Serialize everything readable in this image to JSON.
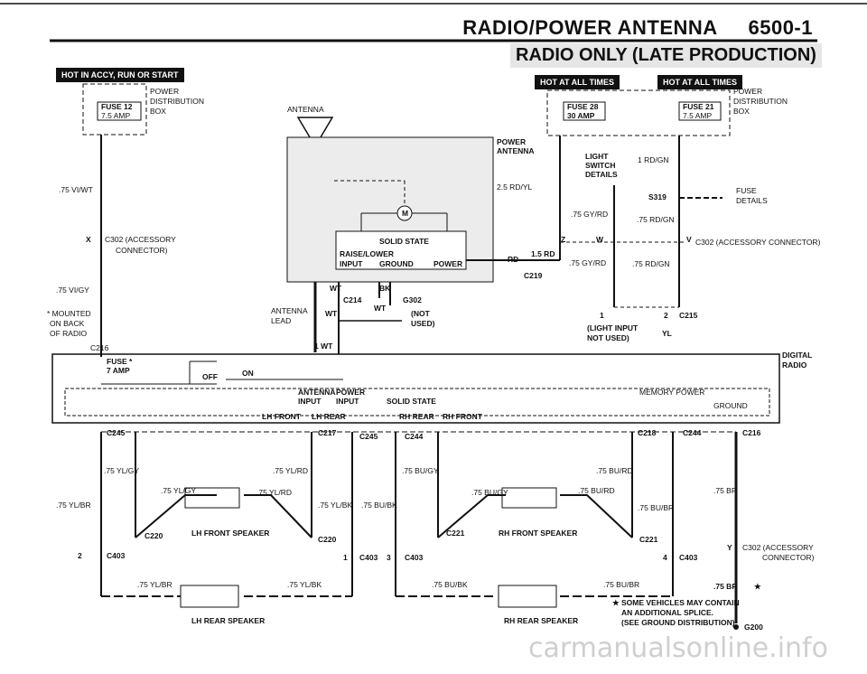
{
  "header": {
    "title": "RADIO/POWER ANTENNA",
    "page": "6500-1"
  },
  "subtitle": "RADIO ONLY (LATE PRODUCTION)",
  "hot_boxes": [
    "HOT IN ACCY, RUN OR START",
    "HOT AT ALL TIMES",
    "HOT AT ALL TIMES"
  ],
  "fuses": {
    "f12": {
      "name": "FUSE 12",
      "amp": "7.5 AMP"
    },
    "f28": {
      "name": "FUSE 28",
      "amp": "30 AMP"
    },
    "f21": {
      "name": "FUSE 21",
      "amp": "7.5 AMP"
    },
    "radio": {
      "name": "FUSE *",
      "amp": "7 AMP"
    }
  },
  "labels": {
    "pdb1": "POWER",
    "pdb2": "DISTRIBUTION",
    "pdb3": "BOX",
    "antenna": "ANTENNA",
    "power_antenna1": "POWER",
    "power_antenna2": "ANTENNA",
    "vi_wt": ".75 VI/WT",
    "vi_gy": ".75 VI/GY",
    "c302a": "C302 (ACCESSORY",
    "c302a2": "CONNECTOR)",
    "mounted1": "* MOUNTED",
    "mounted2": "ON BACK",
    "mounted3": "OF RADIO",
    "c216": "C216",
    "light1": "LIGHT",
    "light2": "SWITCH",
    "light3": "DETAILS",
    "rdgn": "1 RD/GN",
    "rdyl": "2.5 RD/YL",
    "gyrd": ".75 GY/RD",
    "rdgn2": ".75 RD/GN",
    "s319": "S319",
    "fuse_det1": "FUSE",
    "fuse_det2": "DETAILS",
    "c302b": "C302  (ACCESSORY CONNECTOR)",
    "solid": "SOLID STATE",
    "raise": "RAISE/LOWER",
    "input": "INPUT",
    "ground": "GROUND",
    "power": "POWER",
    "rd": "RD",
    "rd15": "1.5 RD",
    "c219": "C219",
    "gyrd2": ".75 GY/RD",
    "rdgn3": ".75 RD/GN",
    "wt": "WT",
    "bk": "BK",
    "c214": "C214",
    "g302": "G302",
    "antenna_lead1": "ANTENNA",
    "antenna_lead2": "LEAD",
    "not_used1": "(NOT",
    "not_used2": "USED)",
    "wt1": "1 WT",
    "light_input1": "(LIGHT INPUT",
    "light_input2": "NOT USED)",
    "yl": "YL",
    "c215": "C215",
    "digital1": "DIGITAL",
    "digital2": "RADIO",
    "off": "OFF",
    "on": "ON",
    "ant_input1": "ANTENNA",
    "ant_input2": "INPUT",
    "pow_input1": "POWER",
    "pow_input2": "INPUT",
    "solid2": "SOLID STATE",
    "memory": "MEMORY POWER",
    "ground2": "GROUND",
    "lhfront": "LH FRONT",
    "lhrear": "LH REAR",
    "rhrear": "RH REAR",
    "rhfront": "RH FRONT",
    "c245": "C245",
    "c217": "C217",
    "c244": "C244",
    "c218": "C218",
    "c216b": "C216",
    "ylgy": ".75 YL/GY",
    "ylrd": ".75 YL/RD",
    "ylgy2": ".75 YL/GY",
    "ylrd2": ".75 YL/RD",
    "ylbr": ".75 YL/BR",
    "ylbk": ".75 YL/BK",
    "bubk": ".75 BU/BK",
    "bugy": ".75 BU/GY",
    "burd": ".75 BU/RD",
    "bugy2": ".75 BU/GY",
    "burd2": ".75 BU/RD",
    "bubr": ".75 BU/BR",
    "br": ".75 BR",
    "c220": "C220",
    "lhfs": "LH FRONT SPEAKER",
    "c220b": "C220",
    "c221": "C221",
    "rhfs": "RH FRONT SPEAKER",
    "c221b": "C221",
    "c403": "C403",
    "ylbr2": ".75 YL/BR",
    "ylbk2": ".75 YL/BK",
    "bubk2": ".75 BU/BK",
    "bubr2": ".75 BU/BR",
    "lhrs": "LH REAR SPEAKER",
    "rhrs": "RH REAR SPEAKER",
    "c302c1": "C302 (ACCESSORY",
    "c302c2": "CONNECTOR)",
    "note1": "SOME VEHICLES MAY CONTAIN",
    "note2": "AN ADDITIONAL SPLICE.",
    "note3": "(SEE GROUND DISTRIBUTION)",
    "g200": "G200",
    "br2": ".75 BR"
  },
  "watermark": "carmanualsonline.info"
}
